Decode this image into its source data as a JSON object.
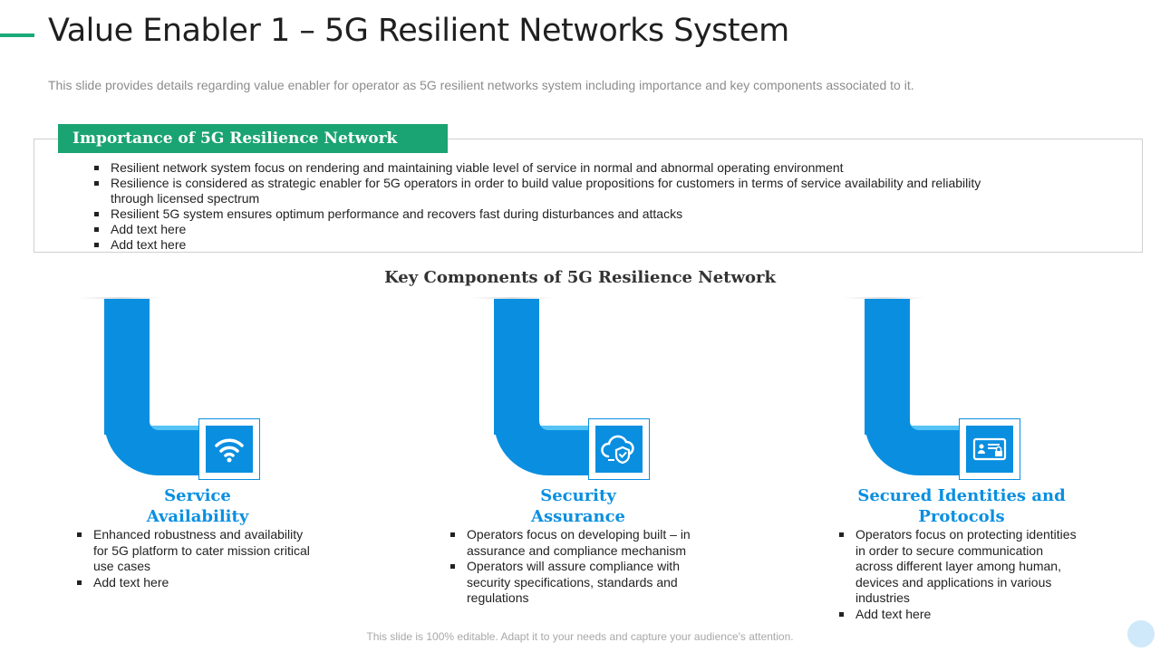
{
  "title": "Value Enabler 1 – 5G Resilient Networks System",
  "subtitle": "This slide provides details regarding value enabler for operator as 5G resilient networks system including importance and key components associated to it.",
  "importance": {
    "header": "Importance of 5G Resilience Network",
    "items": [
      "Resilient network system focus on rendering and maintaining viable level of service in normal and abnormal operating environment",
      "Resilience is considered as strategic enabler for 5G operators in order to build value propositions for customers in terms of service availability and reliability through licensed spectrum",
      "Resilient 5G system ensures optimum performance and recovers fast during disturbances and attacks",
      "Add text here",
      "Add text here"
    ]
  },
  "key_components": {
    "title": "Key Components of 5G Resilience Network",
    "items": [
      {
        "title_line1": "Service",
        "title_line2": "Availability",
        "icon": "wifi-icon",
        "bullets": [
          "Enhanced robustness and availability for 5G platform to cater mission critical use cases",
          "Add text here"
        ]
      },
      {
        "title_line1": "Security",
        "title_line2": "Assurance",
        "icon": "cloud-shield-icon",
        "bullets": [
          "Operators focus on developing built – in assurance and compliance mechanism",
          "Operators will assure compliance with security specifications, standards and regulations"
        ]
      },
      {
        "title_line1": "Secured Identities and",
        "title_line2": "Protocols",
        "icon": "id-card-icon",
        "bullets": [
          "Operators focus on protecting identities in order to secure communication across different layer among human, devices and applications in various industries",
          "Add text here"
        ]
      }
    ]
  },
  "footer": "This slide is 100% editable. Adapt it to your needs and capture your audience's attention.",
  "colors": {
    "accent_green": "#1aa373",
    "primary_blue": "#0a8fe0",
    "light_blue": "#55c3f5"
  }
}
